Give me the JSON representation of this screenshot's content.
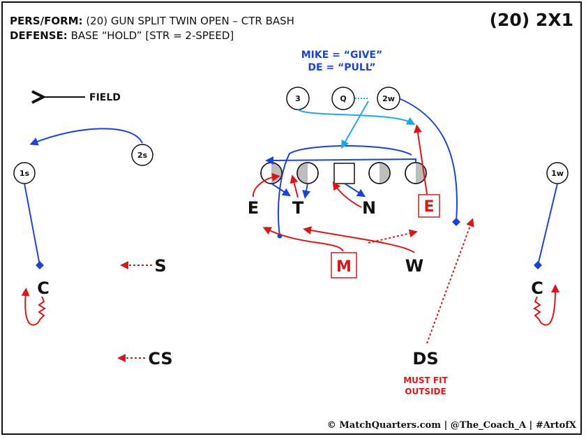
{
  "header": {
    "line1_label": "PERS/FORM:",
    "line1_value": "(20) GUN SPLIT TWIN OPEN – CTR BASH",
    "line2_label": "DEFENSE:",
    "line2_value": "BASE “HOLD” [STR = 2-SPEED]",
    "tag": "(20) 2X1"
  },
  "calls": {
    "line1": "MIKE = “GIVE”",
    "line2": "DE = “PULL”"
  },
  "field_label": "FIELD",
  "offense": {
    "qb": "Q",
    "back": "3",
    "wing_right": "2w",
    "slot_left": "2s",
    "wr_left": "1s",
    "wr_right": "1w"
  },
  "defense": {
    "e_left": "E",
    "t": "T",
    "n": "N",
    "e_right": "E",
    "m": "M",
    "w": "W",
    "s": "S",
    "cs": "CS",
    "ds": "DS",
    "c_left": "C",
    "c_right": "C"
  },
  "note": {
    "line1": "MUST FIT",
    "line2": "OUTSIDE"
  },
  "credit": "© MatchQuarters.com | @The_Coach_A | #ArtofX",
  "colors": {
    "blue": "#1a44d8",
    "lightblue": "#1ea8e8",
    "red": "#d81818",
    "black": "#111111",
    "gray": "#bdbdbd"
  }
}
